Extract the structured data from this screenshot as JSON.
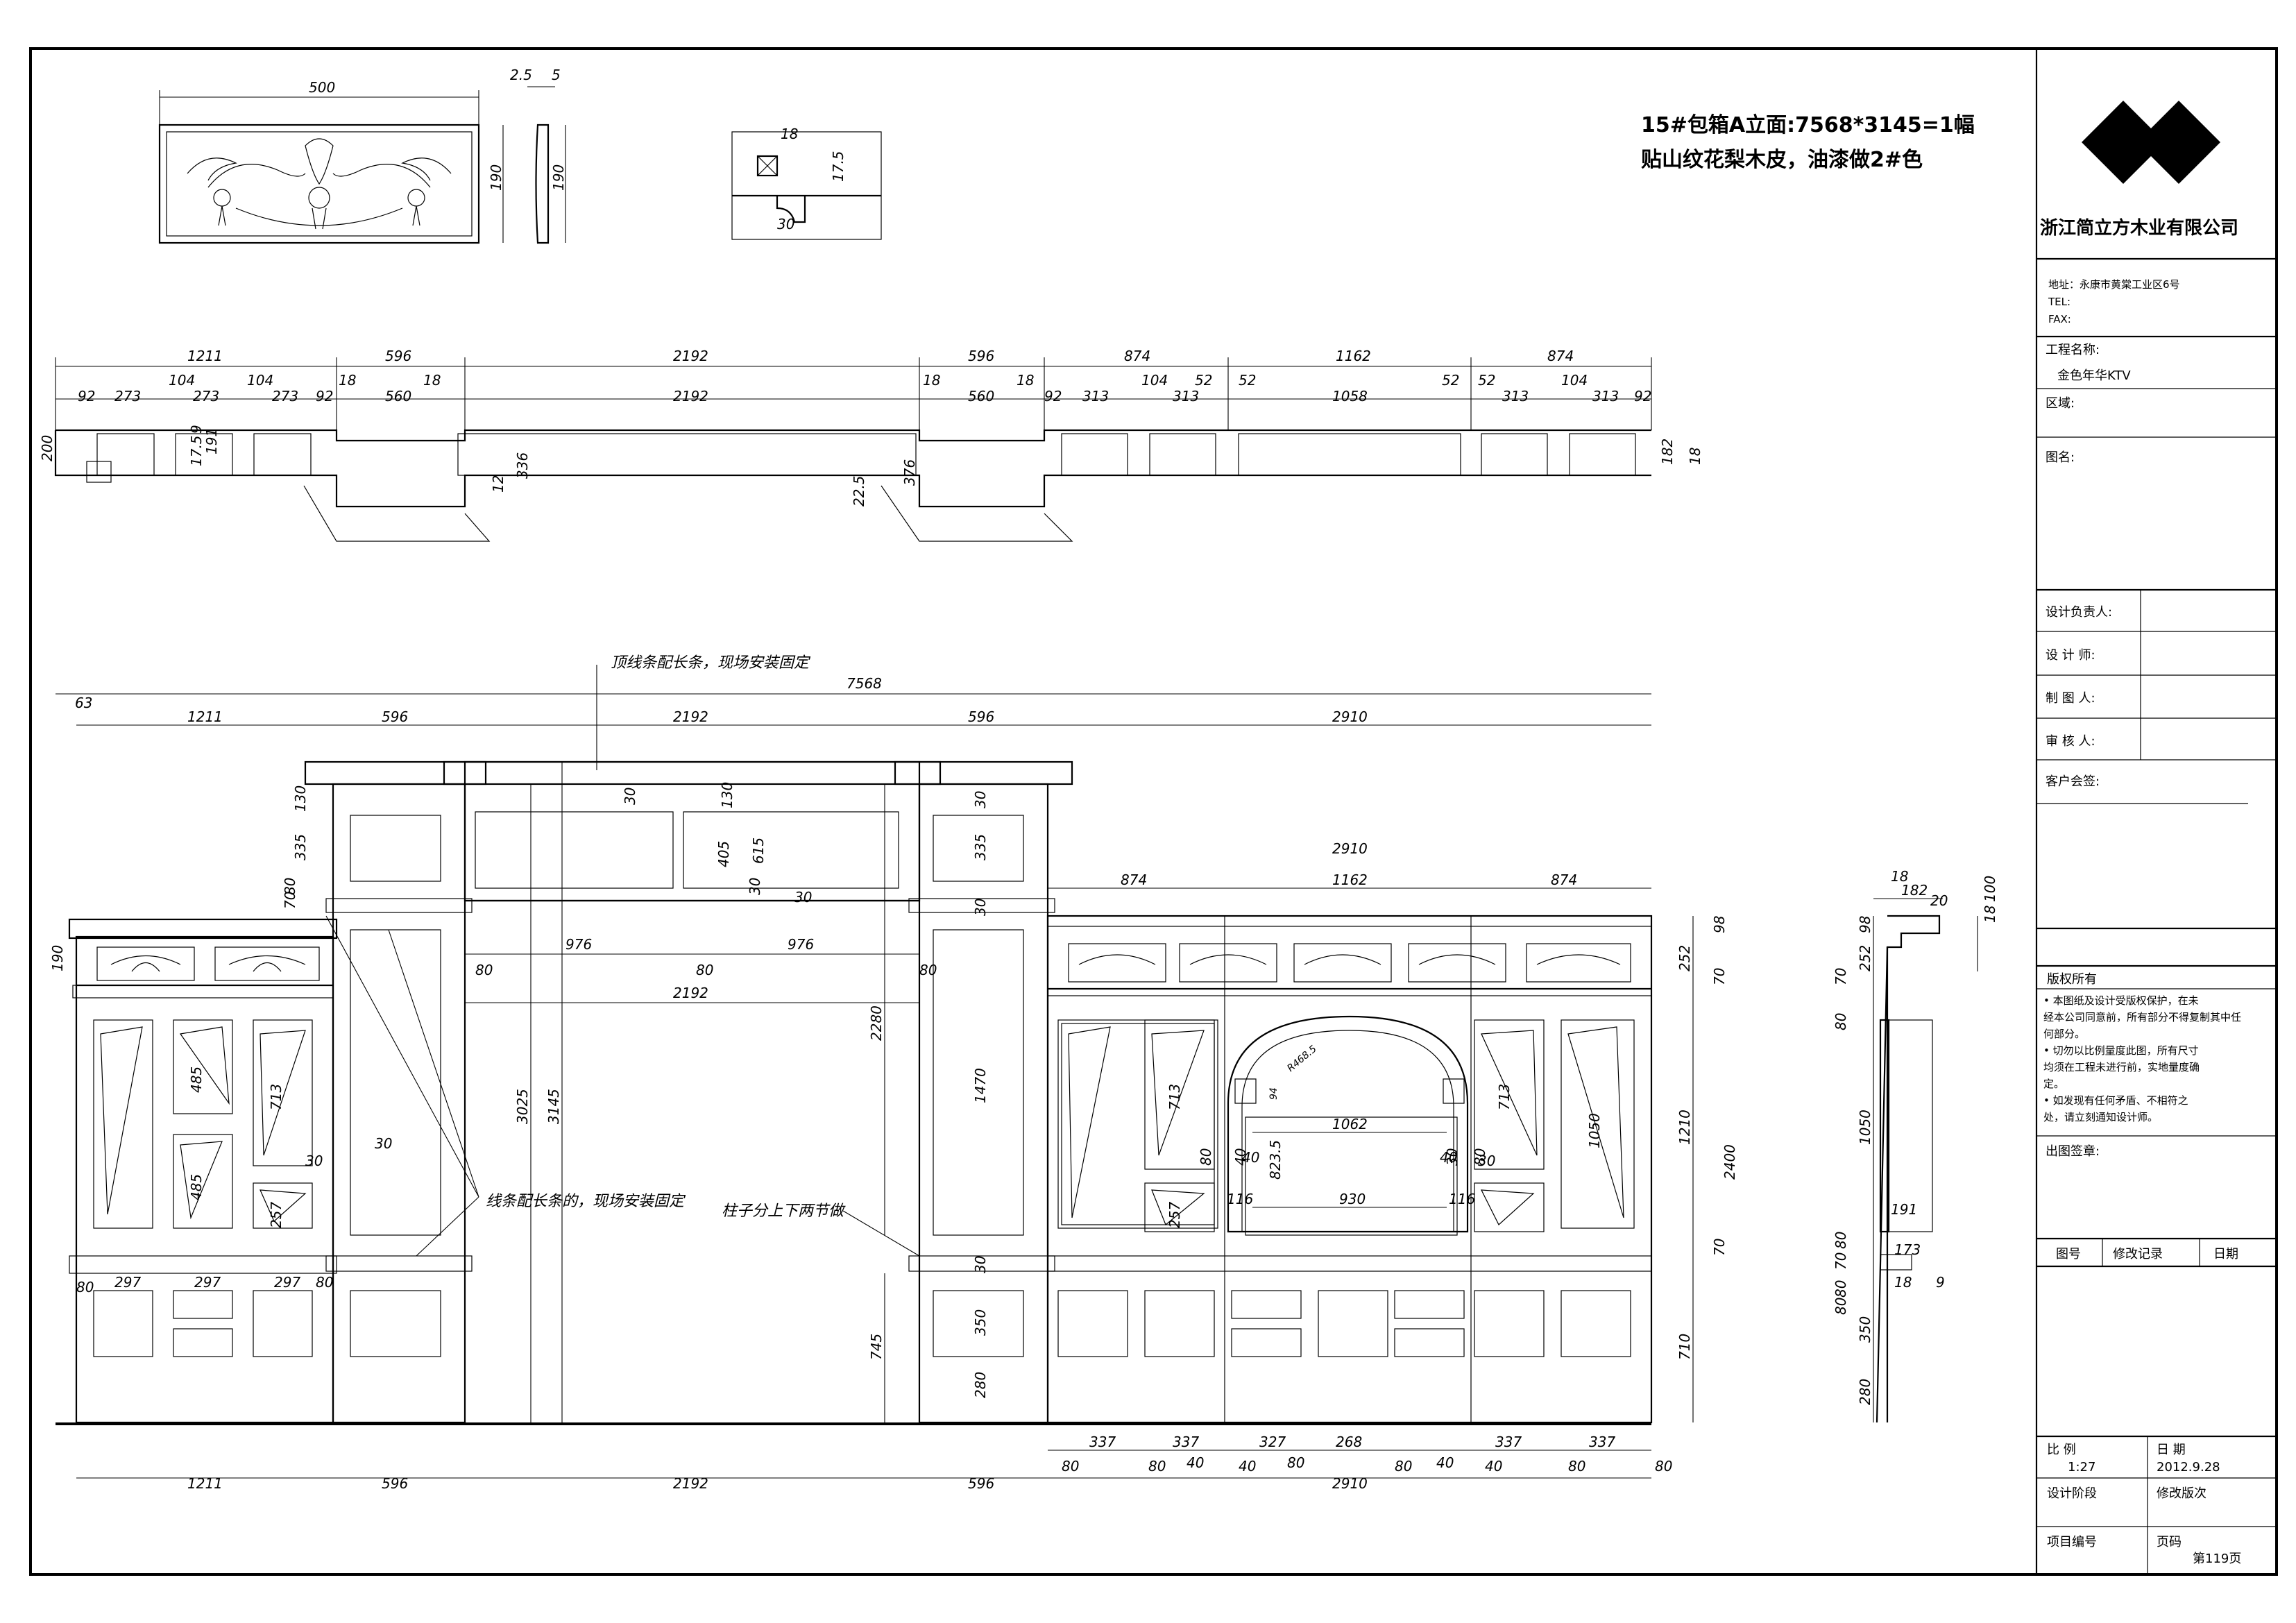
{
  "header": {
    "line1": "15#包箱A立面:7568*3145=1幅",
    "line2": "贴山纹花梨木皮，油漆做2#色"
  },
  "title_block": {
    "company": "浙江简立方木业有限公司",
    "address": "地址：永康市黄棠工业区6号",
    "tel": "TEL:",
    "fax": "FAX:",
    "project_label": "工程名称:",
    "project_value": "金色年华KTV",
    "area_label": "区域:",
    "drawing_label": "图名:",
    "design_lead": "设计负责人:",
    "designer": "设 计 师:",
    "drafter": "制 图 人:",
    "reviewer": "审 核 人:",
    "client_sign": "客户会签:",
    "copyright_title": "版权所有",
    "copyright_lines": [
      "• 本图纸及设计受版权保护，在未",
      "经本公司同意前，所有部分不得复制其中任",
      "何部分。",
      "• 切勿以比例量度此图，所有尺寸",
      "均须在工程未进行前，实地量度确",
      "定。",
      "• 如发现有任何矛盾、不相符之",
      "处，请立刻通知设计师。"
    ],
    "issue_stamp": "出图签章:",
    "rev_cols": [
      "图号",
      "修改记录",
      "日期"
    ],
    "scale_label": "比 例",
    "scale_value": "1:27",
    "date_label": "日 期",
    "date_value": "2012.9.28",
    "stage_label": "设计阶段",
    "revision_label": "修改版次",
    "project_no_label": "项目编号",
    "page_label": "页码",
    "page_value": "第119页"
  },
  "notes": {
    "top_trim": "顶线条配长条，现场安装固定",
    "trim_long": "线条配长条的，现场安装固定",
    "column": "柱子分上下两节做"
  },
  "carving_detail": {
    "width": "500",
    "height": "190",
    "height_side": "190",
    "side_t1": "2.5",
    "side_t2": "5"
  },
  "profile_detail": {
    "d1": "18",
    "d2": "17.5",
    "d3": "30"
  },
  "plan_dims": {
    "top": [
      "1211",
      "596",
      "2192",
      "596",
      "874",
      "1162",
      "874"
    ],
    "second": [
      "92",
      "273",
      "104",
      "273",
      "104",
      "273",
      "92",
      "18",
      "560",
      "18",
      "2192",
      "18",
      "560",
      "18",
      "92",
      "313",
      "104",
      "52",
      "313",
      "52",
      "1058",
      "52",
      "52",
      "313",
      "104",
      "313",
      "92"
    ],
    "side": [
      "200",
      "17.5",
      "9",
      "191",
      "336",
      "12",
      "376",
      "22.5",
      "182",
      "18"
    ]
  },
  "elevation_dims": {
    "total": "7568",
    "overhang": "63",
    "top": [
      "1211",
      "596",
      "2192",
      "596",
      "2910"
    ],
    "right_total": "2910",
    "right_parts": [
      "874",
      "1162",
      "874"
    ],
    "opening": [
      "976",
      "976",
      "80",
      "80",
      "2192",
      "80"
    ],
    "bottom": [
      "1211",
      "596",
      "2192",
      "596",
      "2910"
    ],
    "bottom_right": [
      "80",
      "337",
      "80",
      "337",
      "40",
      "40",
      "327",
      "80",
      "268",
      "80",
      "40",
      "40",
      "337",
      "80",
      "337",
      "80"
    ],
    "left_low": [
      "80",
      "297",
      "297",
      "297",
      "80"
    ],
    "heights_left": [
      "130",
      "335",
      "80",
      "70",
      "190"
    ],
    "panel": [
      "30",
      "130",
      "405",
      "615",
      "30"
    ],
    "overall_heights": [
      "3025",
      "3145",
      "2280",
      "745"
    ],
    "col_inner": [
      "30",
      "1470",
      "30",
      "335",
      "30",
      "350",
      "280"
    ],
    "panel_labels": [
      "485",
      "485",
      "713",
      "257",
      "713",
      "257",
      "713",
      "1050",
      "30",
      "30",
      "30",
      "30",
      "80",
      "40",
      "80",
      "30"
    ],
    "arch": [
      "1062",
      "930",
      "116",
      "116",
      "40",
      "40",
      "823.5",
      "R468.5",
      "94"
    ],
    "right_heights": [
      "98",
      "252",
      "70",
      "1210",
      "2400",
      "70",
      "710"
    ]
  },
  "section_dims": [
    "18",
    "182",
    "20",
    "18",
    "100",
    "98",
    "70",
    "252",
    "80",
    "1050",
    "80",
    "191",
    "173",
    "70",
    "80",
    "80",
    "18",
    "9",
    "350",
    "280"
  ]
}
